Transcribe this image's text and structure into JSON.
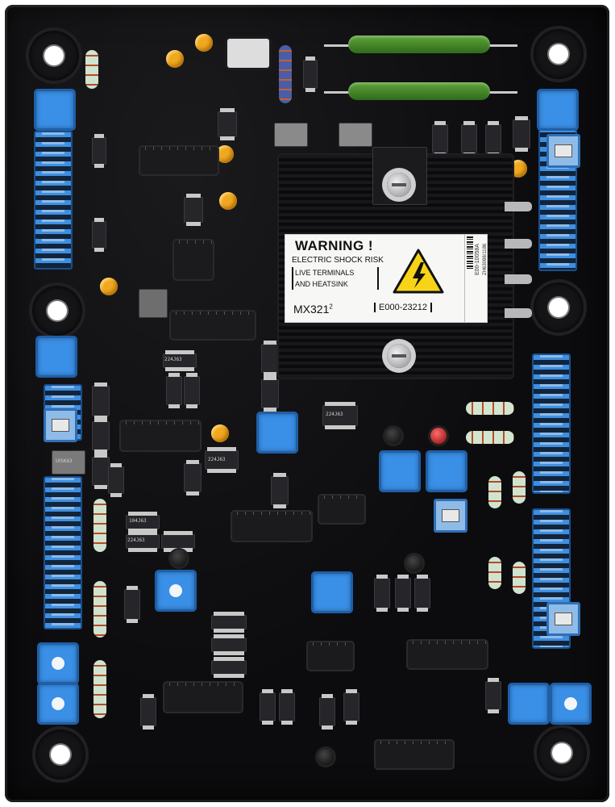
{
  "product": {
    "warning_title": "WARNING !",
    "warning_subtitle": "ELECTRIC SHOCK RISK",
    "bracket_line1": "LIVE TERMINALS",
    "bracket_line2": "AND HEATSINK",
    "model": "MX321",
    "model_superscript": "2",
    "part_code": "E000-23212",
    "side_code": "E00-10058A",
    "side_code2": "ZH63088/1186"
  },
  "components": {
    "smd_codes": [
      "224J63",
      "224J63",
      "224J63",
      "105K63",
      "224J63",
      "104J63"
    ]
  },
  "colors": {
    "board": "#0c0c0e",
    "terminal_blue": "#2e7bd0",
    "capacitor_orange": "#f0a820",
    "resistor_green": "#3a8a2a",
    "warning_yellow": "#f7d417"
  },
  "icons": [
    "high-voltage-warning-icon",
    "mounting-hole-icon"
  ]
}
